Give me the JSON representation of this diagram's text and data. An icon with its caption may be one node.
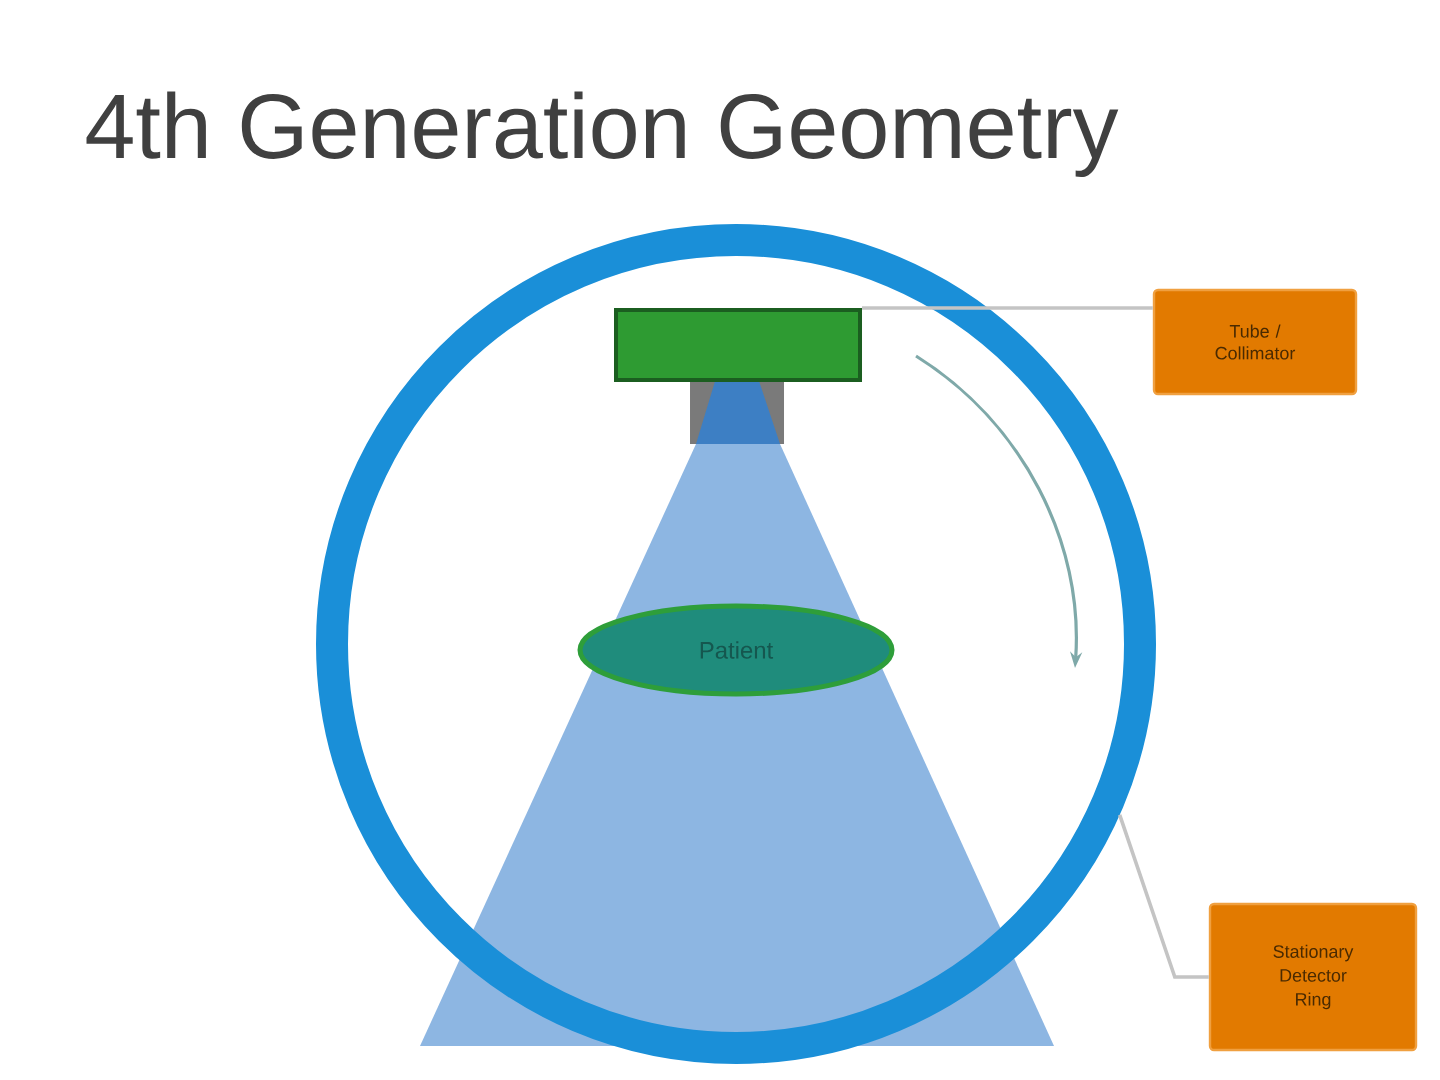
{
  "diagram": {
    "title": "4th Generation Geometry",
    "nodes": [
      {
        "text": [],
        "shape": "circle"
      },
      {
        "text": [],
        "shape": "box",
        "in": 0
      },
      {
        "text": [
          "Tube / Collimator"
        ]
      },
      {
        "text": [
          "Patient"
        ],
        "in": 0
      },
      {
        "text": [
          "Stationary Detector Ring"
        ]
      }
    ],
    "edges": [
      {
        "from": 2,
        "to": 1,
        "arrow": "none"
      },
      {
        "from": 4,
        "to": 0,
        "arrow": "none"
      }
    ]
  }
}
